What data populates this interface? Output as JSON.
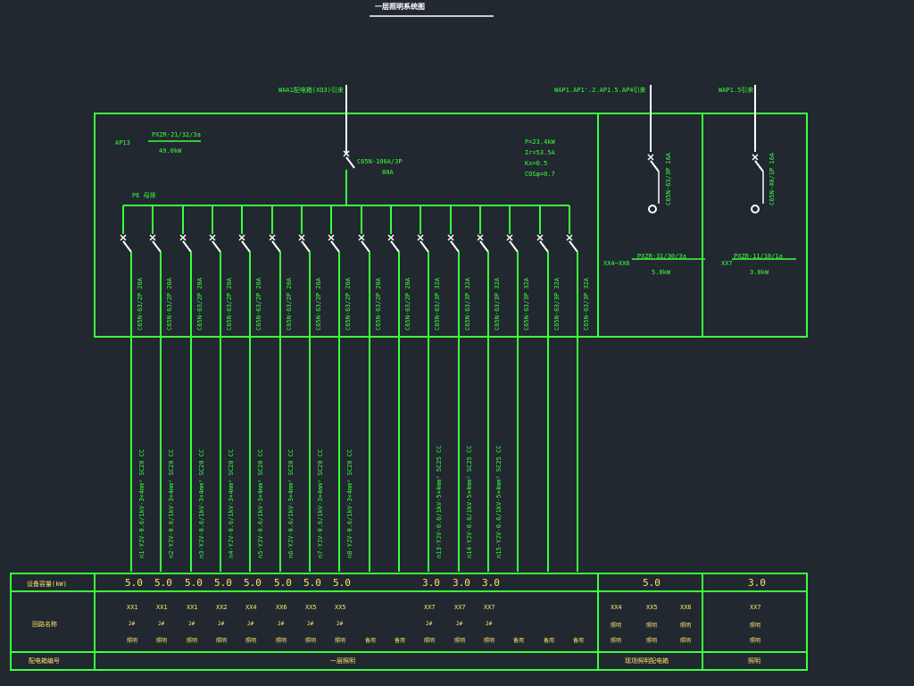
{
  "title": "一层照明系统图",
  "colors": {
    "background": "#212830",
    "line": "#3dff3d",
    "white": "#ffffff",
    "yellow": "#ffe26a"
  },
  "feeders": {
    "main": "WAA1配电箱(XQ3)引来",
    "ap1": "WAP1.AP1'.2.AP1.5.AP4引来",
    "ap1b": "WAP1.5引来"
  },
  "panel_main": {
    "name": "AP13",
    "frac_top": "PXZR-21/32/3a",
    "frac_bottom": "49.0kW",
    "main_breaker": "C65N-100A/3P",
    "main_breaker_rating": "80A",
    "params": [
      "P=23.4kW",
      "Ir=53.5A",
      "Kx=0.5",
      "COSφ=0.7"
    ],
    "bus_label": "PE 母排"
  },
  "panel_right1": {
    "name": "XX4~XX6",
    "frac_top": "PXZR-31/30/3a",
    "frac_bottom": "5.0kW",
    "breaker": "C65N-63/3P 16A"
  },
  "panel_right2": {
    "name": "XX7",
    "frac_top": "PXZR-11/10/1a",
    "frac_bottom": "3.0kW",
    "breaker": "C65N-40/1P 16A"
  },
  "breakers": [
    "C65N-63/2P 20A",
    "C65N-63/2P 20A",
    "C65N-63/2P 20A",
    "C65N-63/2P 20A",
    "C65N-63/2P 20A",
    "C65N-63/2P 20A",
    "C65N-63/2P 20A",
    "C65N-63/2P 20A",
    "C65N-63/2P 20A",
    "C65N-63/2P 20A",
    "C65N-63/3P 32A",
    "C65N-63/3P 32A",
    "C65N-63/3P 32A",
    "C65N-63/3P 32A",
    "C65N-63/3P 32A",
    "C65N-63/3P 32A"
  ],
  "cables": [
    "n1-YJV-0.6/1kV-3×4mm² SC20 CC",
    "n2-YJV-0.6/1kV-3×4mm² SC20 CC",
    "n3-YJV-0.6/1kV-3×4mm² SC20 CC",
    "n4-YJV-0.6/1kV-3×4mm² SC20 CC",
    "n5-YJV-0.6/1kV-3×4mm² SC20 CC",
    "n6-YJV-0.6/1kV-3×4mm² SC20 CC",
    "n7-YJV-0.6/1kV-3×4mm² SC20 CC",
    "n8-YJV-0.6/1kV-3×4mm² SC20 CC",
    "",
    "",
    "n13-YJV-0.6/1kV-5×4mm² SC25 CC",
    "n14-YJV-0.6/1kV-5×4mm² SC25 CC",
    "n15-YJV-0.6/1kV-5×4mm² SC25 CC",
    "",
    "",
    ""
  ],
  "table": {
    "row1_label": "设备容量(kW)",
    "row2_label": "回路名称",
    "row3_label": "配电箱编号",
    "capacities": [
      "5.0",
      "5.0",
      "5.0",
      "5.0",
      "5.0",
      "5.0",
      "5.0",
      "5.0",
      "",
      "",
      "3.0",
      "3.0",
      "3.0",
      "",
      "",
      ""
    ],
    "circuit_codes": [
      "XX1",
      "XX1",
      "XX1",
      "XX2",
      "XX4",
      "XX6",
      "XX5",
      "XX5",
      "",
      "",
      "XX7",
      "XX7",
      "XX7",
      "",
      "",
      ""
    ],
    "circuit_mid": [
      "2#",
      "2#",
      "2#",
      "2#",
      "2#",
      "2#",
      "2#",
      "2#",
      "",
      "",
      "2#",
      "2#",
      "2#",
      "",
      "",
      ""
    ],
    "circuit_bot": [
      "照明",
      "照明",
      "照明",
      "照明",
      "照明",
      "照明",
      "照明",
      "照明",
      "备用",
      "备用",
      "照明",
      "照明",
      "照明",
      "备用",
      "备用",
      "备用"
    ],
    "right1_capacity": "5.0",
    "right1_codes": [
      "XX4",
      "XX5",
      "XX6"
    ],
    "right1_mid": [
      "照明",
      "照明",
      "照明"
    ],
    "right1_bot": [
      "照明",
      "照明",
      "照明"
    ],
    "right2_capacity": "3.0",
    "right2_code": "XX7",
    "right2_mid": "照明",
    "right2_bot": "照明",
    "row3_left": "一层照明",
    "row3_mid": "现场照明配电箱",
    "row3_right": "照明"
  }
}
